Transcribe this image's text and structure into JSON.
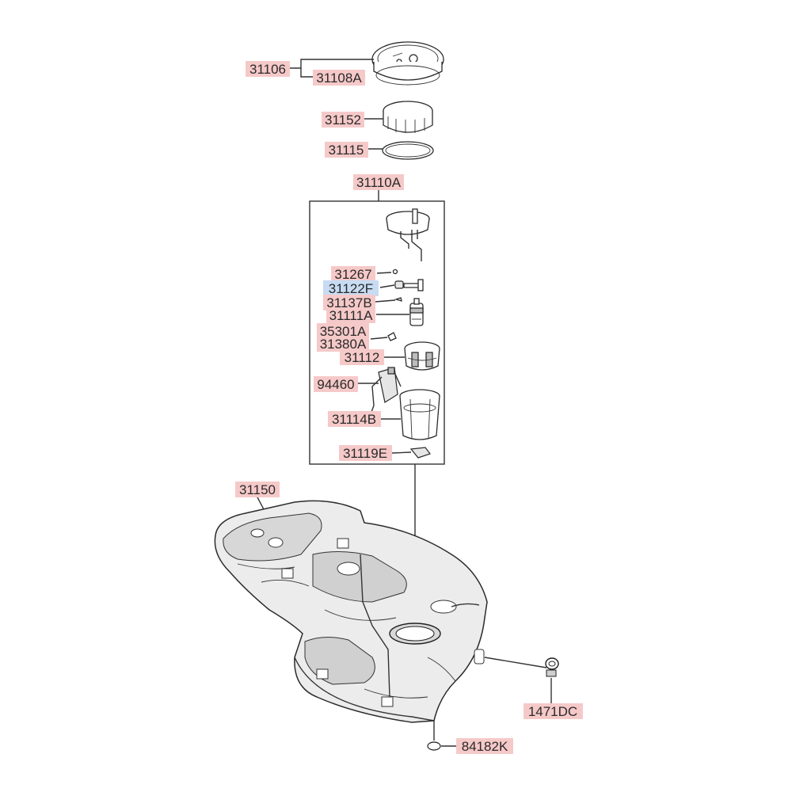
{
  "labels": {
    "l31106": "31106",
    "l31108A": "31108A",
    "l31152": "31152",
    "l31115": "31115",
    "l31110A": "31110A",
    "l31267": "31267",
    "l31122F": "31122F",
    "l31137B": "31137B",
    "l31111A": "31111A",
    "l35301A": "35301A",
    "l31380A": "31380A",
    "l31112": "31112",
    "l94460": "94460",
    "l31114B": "31114B",
    "l31119E": "31119E",
    "l31150": "31150",
    "l1471DC": "1471DC",
    "l84182K": "84182K"
  },
  "colors": {
    "label_highlight": "#f6c9c9",
    "selected_highlight": "#c7dcf3",
    "line": "#333333"
  },
  "selected_part": "31122F"
}
